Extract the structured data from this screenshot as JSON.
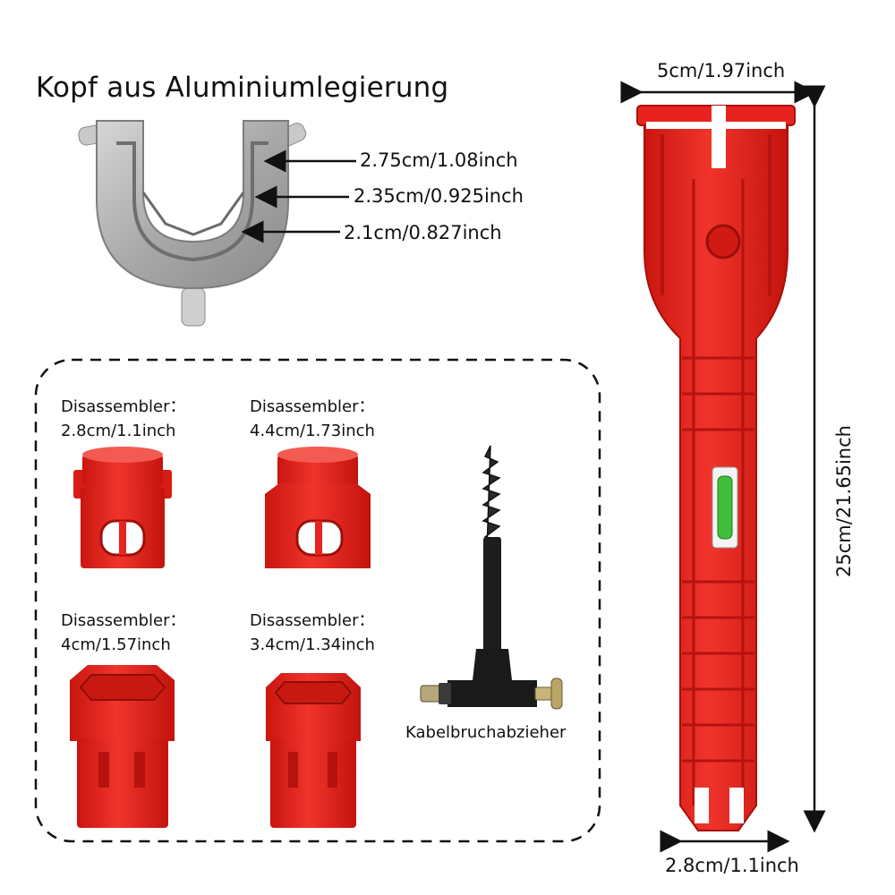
{
  "head": {
    "title": "Kopf aus Aluminiumlegierung",
    "dimensions": [
      "2.75cm/1.08inch",
      "2.35cm/0.925inch",
      "2.1cm/0.827inch"
    ]
  },
  "wrench": {
    "top_width": "5cm/1.97inch",
    "length": "25cm/21.65inch",
    "bottom_width": "2.8cm/1.1inch"
  },
  "adapters": [
    {
      "label": "Disassembler：",
      "size": "2.8cm/1.1inch"
    },
    {
      "label": "Disassembler：",
      "size": "4.4cm/1.73inch"
    },
    {
      "label": "Disassembler：",
      "size": "4cm/1.57inch"
    },
    {
      "label": "Disassembler：",
      "size": "3.4cm/1.34inch"
    }
  ],
  "extractor": {
    "label": "Kabelbruchabzieher"
  },
  "colors": {
    "red": "#e8231f",
    "dark_red": "#b51210",
    "aluminium": "#b8b8b8",
    "black": "#1a1a1a"
  }
}
